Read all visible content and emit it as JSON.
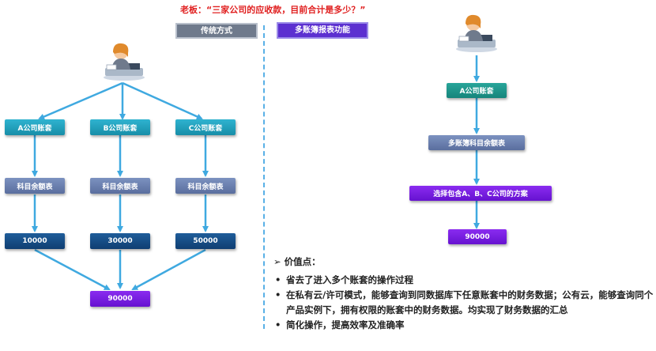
{
  "title": "老板：“三家公司的应收款，目前合计是多少？”",
  "headers": {
    "traditional": "传统方式",
    "multi": "多账簿报表功能"
  },
  "left_flow": {
    "companies": [
      "A公司账套",
      "B公司账套",
      "C公司账套"
    ],
    "balance_label": "科目余额表",
    "values": [
      "10000",
      "30000",
      "50000"
    ],
    "total": "90000"
  },
  "right_flow": {
    "company": "A公司账套",
    "multi_balance": "多账簿科目余额表",
    "select_plan": "选择包含A、B、C公司的方案",
    "total": "90000"
  },
  "value_points": {
    "label": "价值点：",
    "bullet": "•",
    "items": [
      "省去了进入多个账套的操作过程",
      "在私有云/许可模式，能够查询到同数据库下任意账套中的财务数据；公有云，能够查询同个产品实例下，拥有权限的账套中的财务数据。均实现了财务数据的汇总",
      "简化操作，提高效率及准确率"
    ]
  },
  "colors": {
    "title_red": "#e02020",
    "arrow_blue": "#3fa9e0",
    "purple": "#6612d0"
  }
}
